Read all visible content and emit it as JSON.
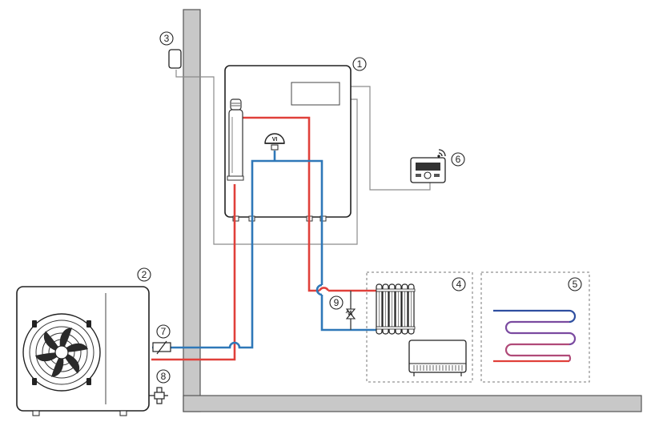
{
  "callouts": [
    {
      "id": "indoor-unit",
      "label": "1"
    },
    {
      "id": "outdoor-heat-pump",
      "label": "2"
    },
    {
      "id": "outdoor-sensor",
      "label": "3"
    },
    {
      "id": "radiator-zone",
      "label": "4"
    },
    {
      "id": "underfloor-zone",
      "label": "5"
    },
    {
      "id": "wireless-controller",
      "label": "6"
    },
    {
      "id": "wall-valve",
      "label": "7"
    },
    {
      "id": "drain-valve",
      "label": "8"
    },
    {
      "id": "bypass-valve",
      "label": "9"
    }
  ],
  "expansion_vessel_label": "VI",
  "colors": {
    "flow": "#e0403a",
    "return": "#2f78b8",
    "wall": "#c8c8c8",
    "wall_stroke": "#555555",
    "cable": "#8c8c8c",
    "ufh_blue": "#2f4fa0",
    "ufh_purple": "#7a4aa0",
    "ufh_red": "#e0403a"
  }
}
